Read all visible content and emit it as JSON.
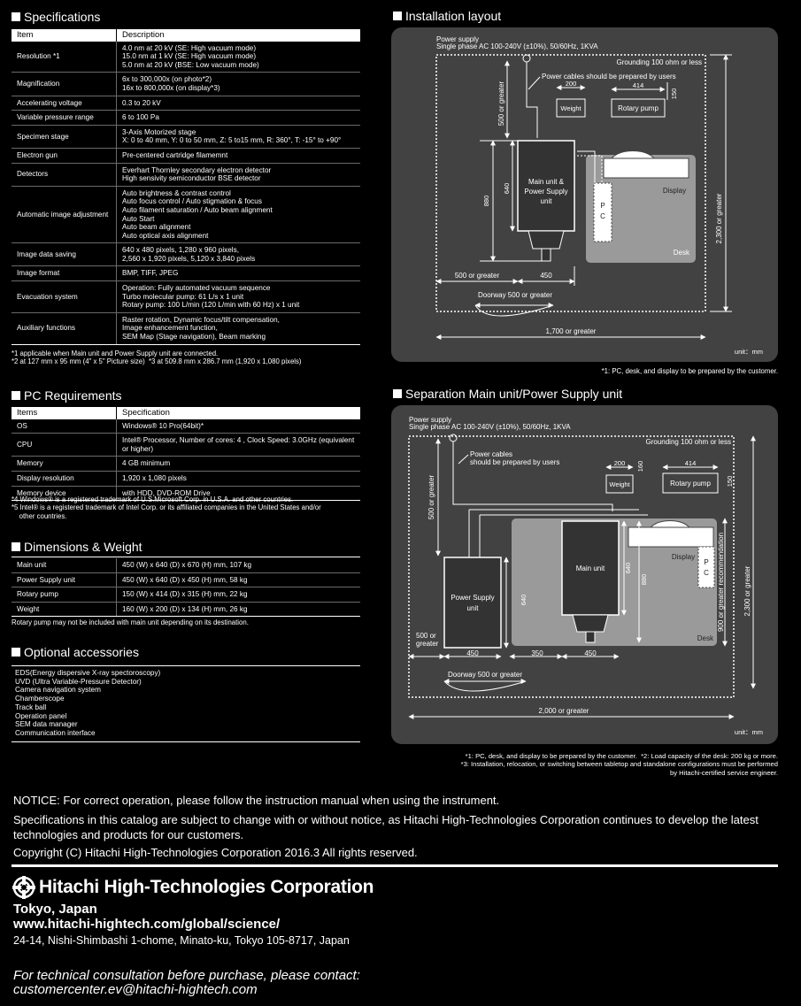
{
  "specifications": {
    "title": "Specifications",
    "headers": [
      "Item",
      "Description"
    ],
    "rows": [
      {
        "item": "Resolution *1",
        "desc": [
          "4.0 nm at 20 kV (SE: High vacuum mode)",
          "15.0 nm at 1 kV (SE: High vacuum mode)",
          "5.0 nm at 20 kV (BSE: Low vacuum mode)"
        ]
      },
      {
        "item": "Magnification",
        "desc": [
          "6x to 300,000x (on photo*2)",
          "16x to 800,000x (on display*3)"
        ]
      },
      {
        "item": "Accelerating voltage",
        "desc": [
          "0.3 to 20 kV"
        ]
      },
      {
        "item": "Variable pressure range",
        "desc": [
          "6 to 100 Pa"
        ]
      },
      {
        "item": "Specimen stage",
        "desc": [
          "3-Axis Motorized stage",
          "X: 0 to 40 mm, Y: 0 to 50 mm, Z: 5 to15 mm, R: 360°, T: -15° to +90°"
        ]
      },
      {
        "item": "Electron gun",
        "desc": [
          "Pre-centered cartridge filamemnt"
        ]
      },
      {
        "item": "Detectors",
        "desc": [
          "Everhart Thornley secondary electron detector",
          "High sensivity semiconductor BSE detector"
        ]
      },
      {
        "item": "Automatic image adjustment",
        "desc": [
          "Auto brightness & contrast control",
          "Auto focus control / Auto stigmation & focus",
          "Auto filament saturation / Auto beam alignment",
          "Auto Start",
          "Auto beam alignment",
          "Auto optical axis alignment"
        ]
      },
      {
        "item": "Image data saving",
        "desc": [
          "640 x 480 pixels, 1,280 x 960 pixels,",
          "2,560 x 1,920 pixels, 5,120 x 3,840 pixels"
        ]
      },
      {
        "item": "Image format",
        "desc": [
          "BMP, TIFF, JPEG"
        ]
      },
      {
        "item": "Evacuation system",
        "desc": [
          "Operation: Fully automated vacuum sequence",
          "Turbo molecular pump: 61 L/s x 1 unit",
          "Rotary pump: 100 L/min (120 L/min with 60 Hz) x 1 unit"
        ]
      },
      {
        "item": "Auxiliary functions",
        "desc": [
          "Raster rotation, Dynamic focus/tilt compensation,",
          "Image enhancement function,",
          "SEM Map (Stage navigation), Beam marking"
        ]
      }
    ],
    "notes": "*1 applicable when Main unit and Power Supply unit are connected.\n*2 at 127 mm x 95 mm (4\" x 5\" Picture size)  *3 at 509.8 mm x 286.7 mm (1,920 x 1,080 pixels)"
  },
  "pc": {
    "title": "PC Requirements",
    "headers": [
      "Items",
      "Specification"
    ],
    "rows": [
      {
        "item": "OS",
        "desc": "Windows® 10 Pro(64bit)*"
      },
      {
        "item": "CPU",
        "desc": "Intel® Processor, Number of cores: 4 , Clock Speed: 3.0GHz (equivalent or higher)"
      },
      {
        "item": "Memory",
        "desc": "4 GB minimum"
      },
      {
        "item": "Display resolution",
        "desc": "1,920 x 1,080 pixels"
      },
      {
        "item": "Memory device",
        "desc": "with HDD, DVD-ROM Drive"
      }
    ],
    "notes": "*4 Windows® is a registered trademark of U.S.Microsoft Corp. in U.S.A. and other countries.\n*5 Intel® is a registered trademark of Intel Corp. or its affiliated companies in the United States and/or\n    other countries."
  },
  "dimensions": {
    "title": "Dimensions & Weight",
    "rows": [
      {
        "item": "Main unit",
        "desc": "450 (W) x 640 (D) x 670 (H) mm, 107 kg"
      },
      {
        "item": "Power Supply unit",
        "desc": "450 (W) x 640 (D) x 450 (H) mm, 58 kg"
      },
      {
        "item": "Rotary pump",
        "desc": "150 (W) x 414 (D) x 315 (H) mm, 22 kg"
      },
      {
        "item": "Weight",
        "desc": "160 (W) x 200 (D) x 134 (H) mm, 26 kg"
      }
    ],
    "note": "Rotary pump may not be included with main unit depending on its destination."
  },
  "optional": {
    "title": "Optional accessories",
    "items": [
      "EDS(Energy dispersive X-ray spectoroscopy)",
      "UVD (Ultra Variable-Pressure Detector)",
      "Camera navigation system",
      "Chamberscope",
      "Track ball",
      "Operation panel",
      "SEM data manager",
      "Communication interface"
    ]
  },
  "install": {
    "title": "Installation layout",
    "power_supply": "Power supply",
    "power_spec": "Single phase AC 100-240V (±10%), 50/60Hz, 1KVA",
    "grounding": "Grounding 100 ohm or less",
    "cables": "Power cables should be prepared by users",
    "weight": "Weight",
    "rotary": "Rotary pump",
    "main_unit": [
      "Main unit &",
      "Power Supply",
      "unit"
    ],
    "display": "Display",
    "pc": [
      "P",
      "C"
    ],
    "desk": "Desk",
    "dim_200": "200",
    "dim_414": "414",
    "dim_150": "150",
    "dim_500_top": "500 or greater",
    "dim_640": "640",
    "dim_880": "880",
    "dim_2300": "2,300 or greater",
    "dim_500_bot": "500 or greater",
    "dim_450": "450",
    "doorway": "Doorway 500 or greater",
    "dim_1700": "1,700 or greater",
    "unit": "unit：mm",
    "note": "*1: PC, desk, and display to be prepared by the customer."
  },
  "separation": {
    "title": "Separation  Main unit/Power Supply unit",
    "power_supply": "Power supply",
    "power_spec": "Single phase AC 100-240V (±10%), 50/60Hz, 1KVA",
    "grounding": "Grounding 100 ohm or less",
    "cables": [
      "Power cables",
      "should be prepared by users"
    ],
    "weight": "Weight",
    "rotary": "Rotary pump",
    "main_unit": "Main unit",
    "psu": [
      "Power Supply",
      "unit"
    ],
    "display": "Display",
    "pc": [
      "P",
      "C"
    ],
    "desk": "Desk",
    "dim_200": "200",
    "dim_160": "160",
    "dim_414": "414",
    "dim_150": "150",
    "dim_500_top": "500 or greater",
    "dim_640a": "640",
    "dim_640b": "640",
    "dim_880": "880",
    "dim_900": "900 or greater  recommendation",
    "dim_2300": "2,300 or greater",
    "dim_500_left": [
      "500 or",
      "greater"
    ],
    "dim_450a": "450",
    "dim_350": "350",
    "dim_450b": "450",
    "doorway": "Doorway 500 or greater",
    "dim_2000": "2,000 or greater",
    "unit": "unit：mm",
    "notes": "*1: PC, desk, and display to be prepared by the customer.  *2: Load capacity of the desk: 200 kg or more.\n*3: Installation, relocation, or switching between tabletop and standalone configurations must be performed\nby Hitachi-certified service engineer."
  },
  "footer": {
    "notice": "NOTICE: For correct operation, please follow the instruction manual when using the instrument.",
    "spec_change": "Specifications in this catalog are subject to change with or without notice, as Hitachi High-Technologies Corporation continues to develop the latest technologies and products for our customers.",
    "copyright": "Copyright (C)  Hitachi High-Technologies Corporation 2016.3 All rights reserved.",
    "company": "Hitachi High-Technologies Corporation",
    "city": "Tokyo, Japan",
    "url": "www.hitachi-hightech.com/global/science/",
    "address": "24-14, Nishi-Shimbashi 1-chome, Minato-ku, Tokyo 105-8717, Japan",
    "contact_label": "For technical consultation before purchase, please contact:",
    "email": "customercenter.ev@hitachi-hightech.com"
  }
}
